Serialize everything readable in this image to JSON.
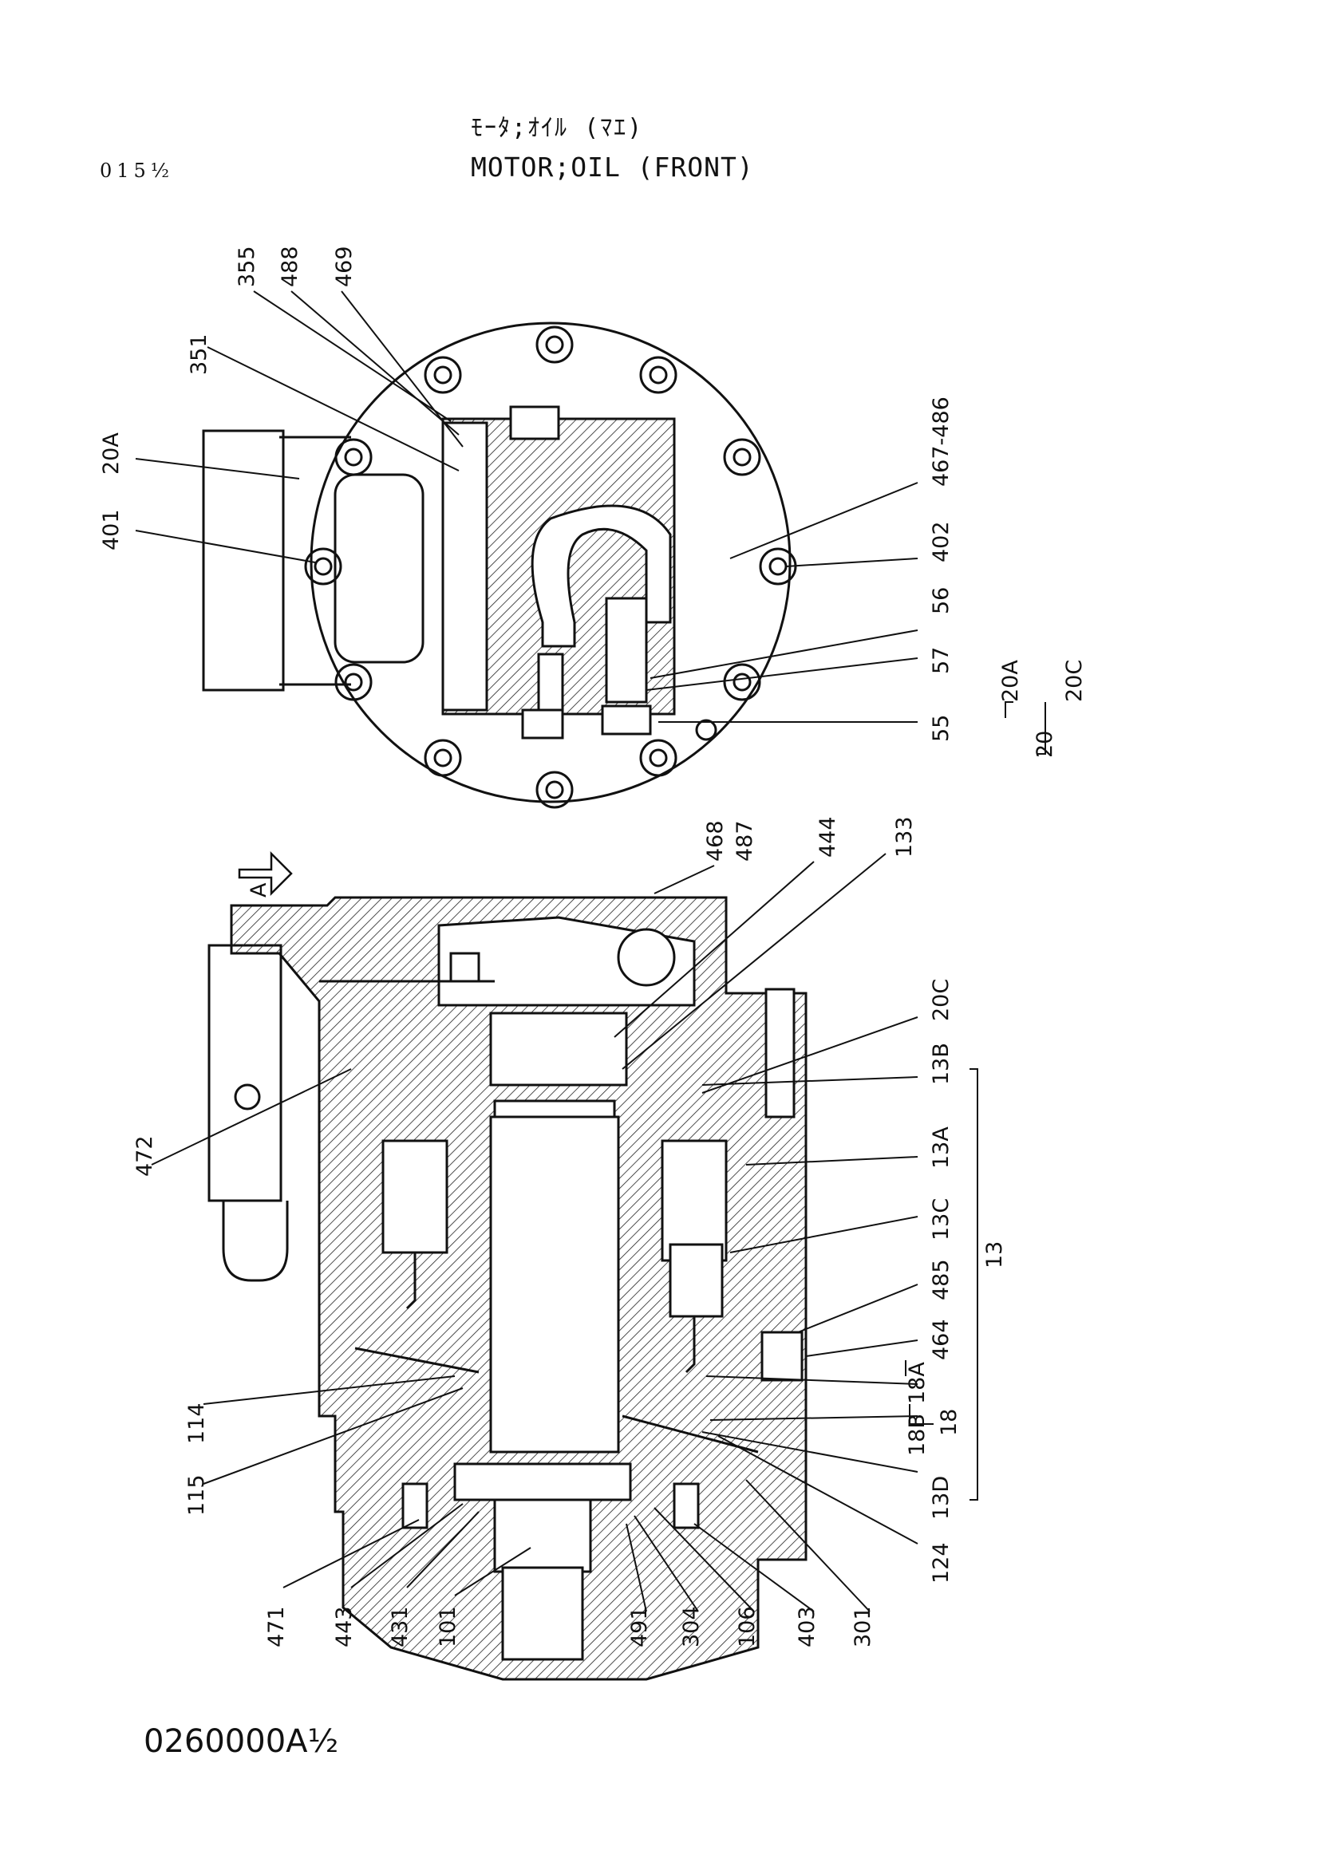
{
  "header": {
    "title_jp": "ﾓｰﾀ;ｵｲﾙ (ﾏｴ)",
    "title_en": "MOTOR;OIL (FRONT)",
    "page_no": "015½"
  },
  "footer": {
    "drawing_no": "0260000A½"
  },
  "view_marker": "A",
  "labels": {
    "l355": "355",
    "l488": "488",
    "l469": "469",
    "l351": "351",
    "l20A": "20A",
    "l401": "401",
    "l467_486": "467-486",
    "l402": "402",
    "l56": "56",
    "l57": "57",
    "l55": "55",
    "g20A": "20A",
    "g20C": "20C",
    "g20": "20",
    "l468": "468",
    "l487": "487",
    "l444": "444",
    "l133": "133",
    "l20C": "20C",
    "l13B": "13B",
    "l13A": "13A",
    "l13C": "13C",
    "g13": "13",
    "l485": "485",
    "l464": "464",
    "l18A": "18A",
    "l18B": "18B",
    "g18": "18",
    "l13D": "13D",
    "l124": "124",
    "l472": "472",
    "l114": "114",
    "l115": "115",
    "l471": "471",
    "l443": "443",
    "l431": "431",
    "l101": "101",
    "l491": "491",
    "l304": "304",
    "l106": "106",
    "l403": "403",
    "l301": "301"
  }
}
